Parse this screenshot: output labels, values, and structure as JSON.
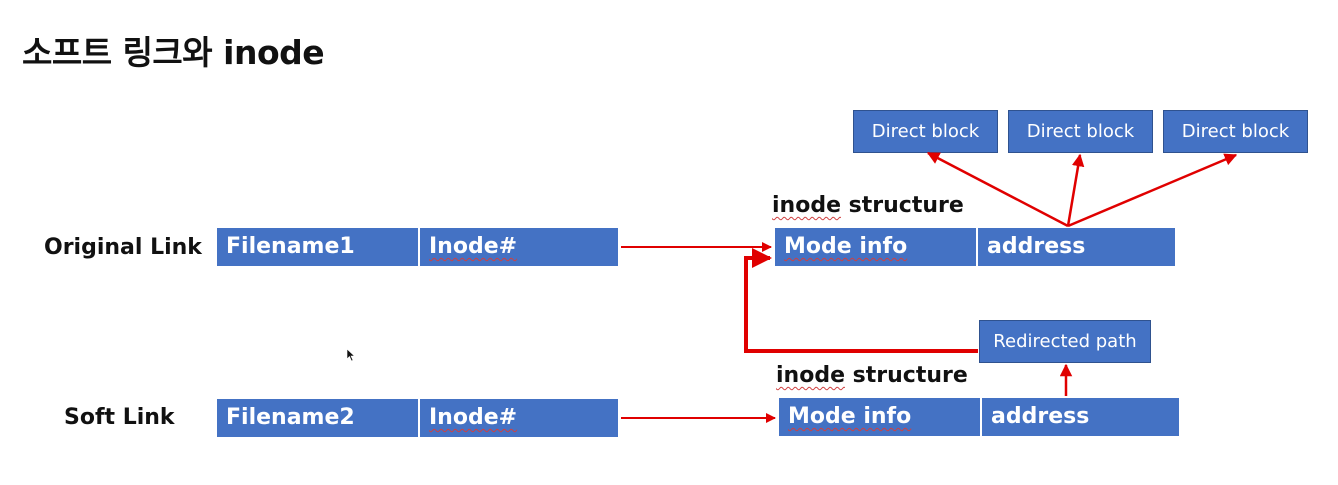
{
  "title": "소프트 링크와 inode",
  "original": {
    "label": "Original Link",
    "filename": "Filename1",
    "inode_field": "Inode#",
    "structure_label": "inode structure",
    "mode_info": "Mode info",
    "address": "address"
  },
  "soft": {
    "label": "Soft Link",
    "filename": "Filename2",
    "inode_field": "Inode#",
    "structure_label": "inode structure",
    "mode_info": "Mode info",
    "address": "address"
  },
  "direct_blocks": [
    "Direct block",
    "Direct block",
    "Direct block"
  ],
  "redirected_path": "Redirected path",
  "colors": {
    "box_fill": "#4472c4",
    "arrow": "#e00000",
    "text": "#111111"
  }
}
